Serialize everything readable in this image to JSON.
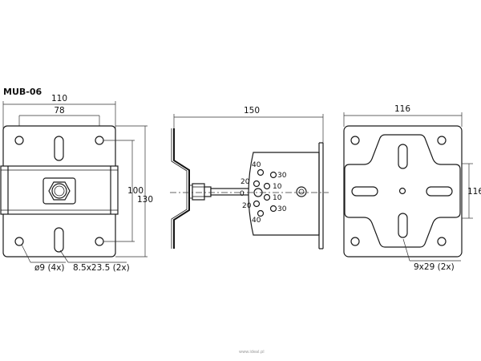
{
  "title": "MUB-06",
  "front_view": {
    "dim_outer_width": "110",
    "dim_hole_spacing": "78",
    "dim_hole_height": "100",
    "dim_outer_height": "130",
    "label_holes": "ø9 (4x)",
    "label_slots": "8.5x23.5 (2x)"
  },
  "side_view": {
    "dim_length": "150",
    "angles_left": [
      "40",
      "20",
      "0",
      "20",
      "40"
    ],
    "angles_right": [
      "30",
      "10",
      "10",
      "30"
    ]
  },
  "right_view": {
    "dim_width": "116",
    "dim_height": "116",
    "label_slots": "9x29 (2x)"
  },
  "watermark": "www.ideal.pl"
}
